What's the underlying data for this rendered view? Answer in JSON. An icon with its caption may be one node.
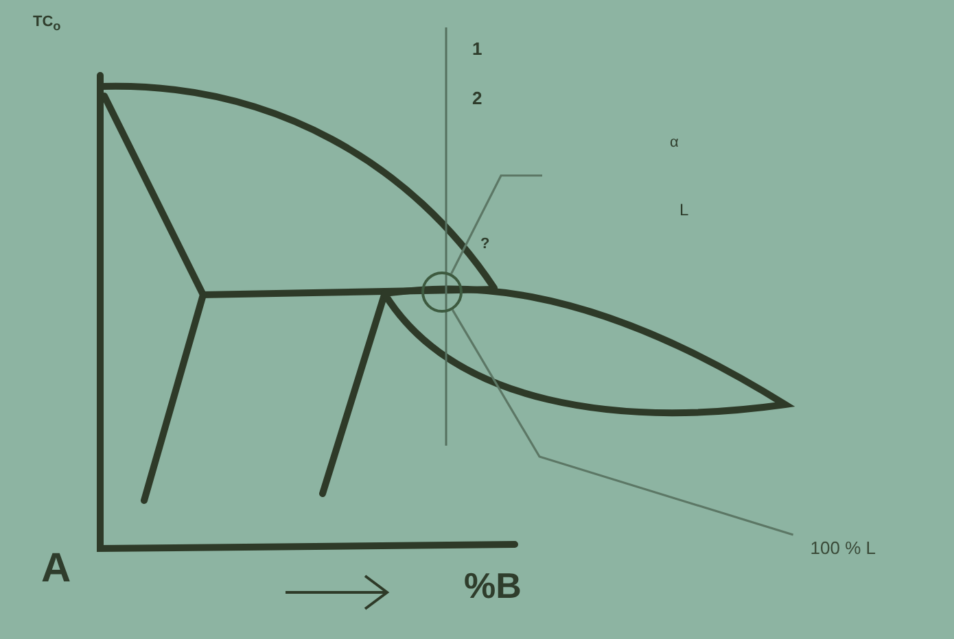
{
  "diagram": {
    "nodes": [
      {
        "text": [],
        "shape": "circle"
      },
      {
        "text": [
          "100 % L"
        ]
      }
    ],
    "edges": [
      {
        "from": 0,
        "to": 1,
        "arrow": "none"
      },
      {
        "from": 0,
        "to": null,
        "arrow": "none"
      }
    ],
    "labels": [
      "TC$_{o}$",
      "1",
      "2",
      "α",
      "L",
      "?",
      "A",
      "%B"
    ]
  }
}
